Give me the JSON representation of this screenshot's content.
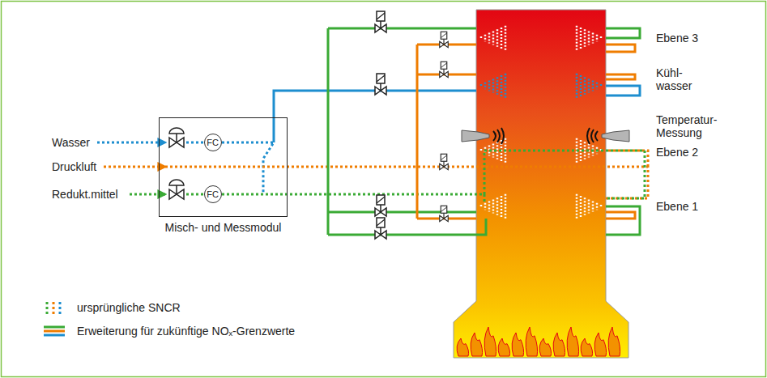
{
  "diagram": {
    "nodes": [
      {
        "text": [
          "Misch- und Messmodul"
        ]
      },
      {
        "text": [
          "FC"
        ],
        "in": 0
      },
      {
        "text": [
          "FC"
        ],
        "in": 0
      }
    ],
    "labels": [
      "Wasser",
      "Druckluft",
      "Redukt.mittel",
      "Ebene 3",
      "Kühl- wasser",
      "Temperatur- Messung",
      "Ebene 2",
      "Ebene 1"
    ],
    "legend": [
      {
        "text": "ursprüngliche SNCR"
      },
      {
        "text": "Erweiterung für zukünftige NOₓ-Grenzwerte"
      }
    ]
  }
}
